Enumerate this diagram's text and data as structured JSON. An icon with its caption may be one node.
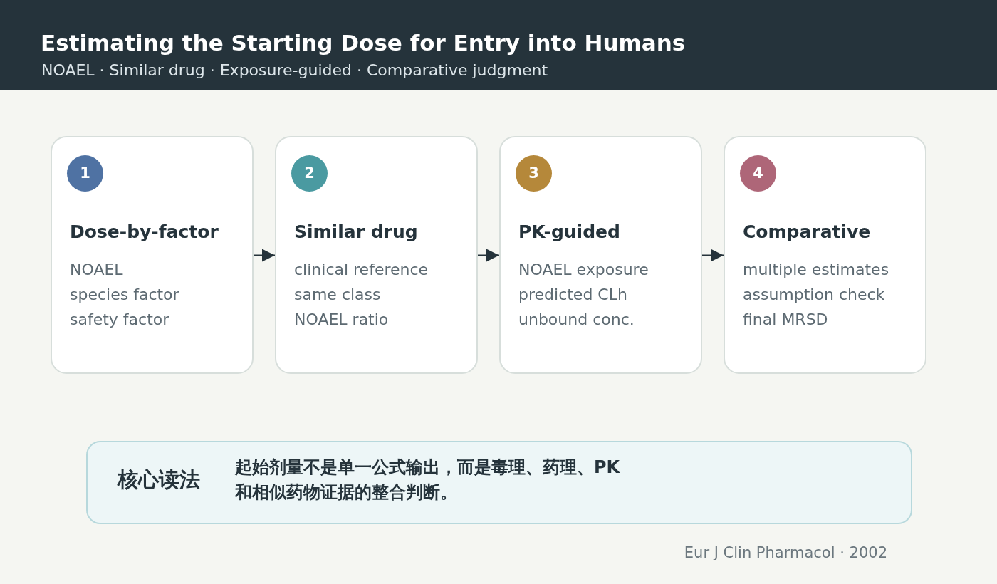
{
  "diagram": {
    "title": "Estimating the Starting Dose for Entry into Humans",
    "nodes": [
      {
        "text": [
          "Dose-by-factor",
          "NOAEL",
          "species factor",
          "safety factor"
        ]
      },
      {
        "text": [
          "1"
        ],
        "in": 0
      },
      {
        "text": [
          "Similar drug",
          "clinical reference",
          "same class",
          "NOAEL ratio"
        ]
      },
      {
        "text": [
          "2"
        ],
        "in": 2
      },
      {
        "text": [
          "PK-guided",
          "NOAEL exposure",
          "predicted CLh",
          "unbound conc."
        ]
      },
      {
        "text": [
          "3"
        ],
        "in": 4
      },
      {
        "text": [
          "Comparative",
          "multiple estimates",
          "assumption check",
          "final MRSD"
        ]
      },
      {
        "text": [
          "4"
        ],
        "in": 6
      },
      {
        "text": [
          "核心读法",
          "起始剂量不是单一公式输出，而是毒理、药理、PK和相似药物证据的整合判断。"
        ]
      }
    ],
    "edges": [
      {
        "from": 0,
        "to": 2,
        "arrow": "to"
      },
      {
        "from": 2,
        "to": 4,
        "arrow": "to"
      },
      {
        "from": 4,
        "to": 6,
        "arrow": "to"
      }
    ],
    "labels": [
      "NOAEL · Similar drug · Exposure-guided · Comparative judgment",
      "Eur J Clin Pharmacol · 2002"
    ]
  }
}
